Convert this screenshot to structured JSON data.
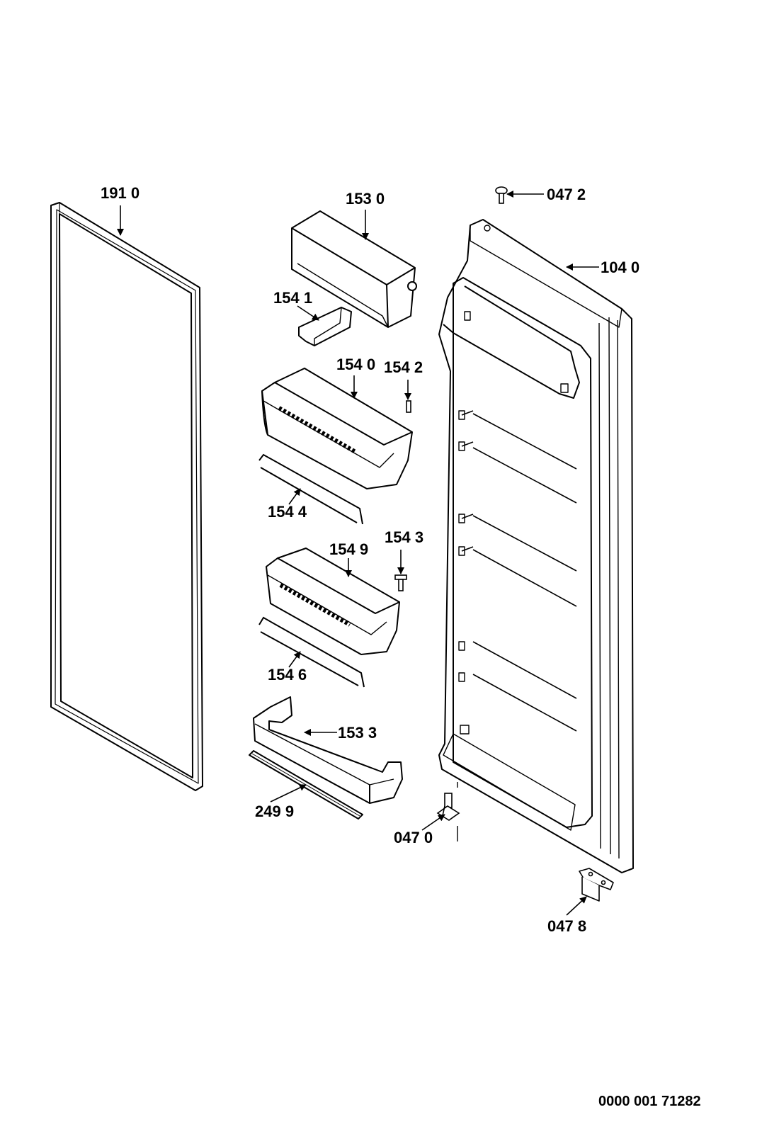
{
  "labels": {
    "gasket": "191 0",
    "door_shelf_top": "153 0",
    "hinge_pin_top": "047 2",
    "door_panel": "104 0",
    "clip": "154 1",
    "upper_tray": "154 0",
    "screw_upper": "154 2",
    "upper_wire": "154 4",
    "screw_lower": "154 3",
    "lower_tray": "154 9",
    "lower_wire": "154 6",
    "bottom_shelf": "153 3",
    "strip": "249 9",
    "bottom_hinge_pin": "047 0",
    "hinge_bracket": "047 8"
  },
  "drawing_number": "0000 001 71282"
}
